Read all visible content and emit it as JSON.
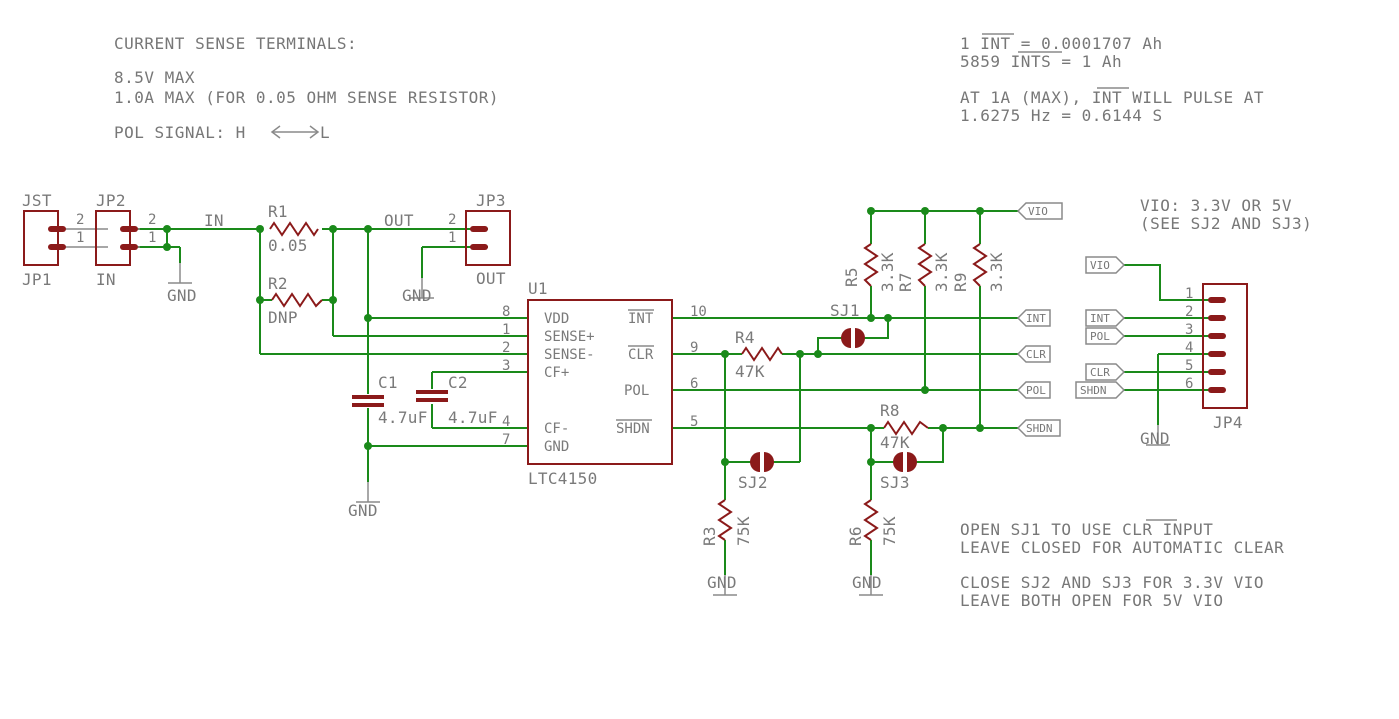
{
  "notes": {
    "sense_title": "CURRENT SENSE TERMINALS:",
    "sense_max_v": "8.5V MAX",
    "sense_max_a": "1.0A MAX (FOR 0.05 OHM SENSE RESISTOR)",
    "pol_signal_prefix": "POL SIGNAL:  H",
    "pol_signal_suffix": "L",
    "int_line1_prefix": "1 ",
    "int_line1_int": "INT",
    "int_line1_suffix": " = 0.0001707 Ah",
    "int_line2_prefix": "5859 ",
    "int_line2_ints": "INTS",
    "int_line2_suffix": " = 1 Ah",
    "pulse_line1_prefix": "AT 1A (MAX), ",
    "pulse_line1_int": "INT",
    "pulse_line1_suffix": " WILL PULSE AT",
    "pulse_line2": "1.6275 Hz = 0.6144 S",
    "vio_line1": "VIO: 3.3V OR 5V",
    "vio_line2": "(SEE SJ2 AND SJ3)",
    "sj1_line1_prefix": "OPEN SJ1 TO USE ",
    "sj1_line1_clr": "CLR",
    "sj1_line1_suffix": " INPUT",
    "sj1_line2": "LEAVE CLOSED FOR AUTOMATIC CLEAR",
    "sj23_line1": "CLOSE SJ2 AND SJ3 FOR 3.3V VIO",
    "sj23_line2": "LEAVE BOTH OPEN FOR 5V VIO"
  },
  "labels": {
    "jst": "JST",
    "jp1": "JP1",
    "jp2": "JP2",
    "jp2_in": "IN",
    "jp3": "JP3",
    "jp3_out": "OUT",
    "jp4": "JP4",
    "net_in": "IN",
    "net_out": "OUT",
    "r1": "R1",
    "r1_val": "0.05",
    "r2": "R2",
    "r2_val": "DNP",
    "u1": "U1",
    "u1_part": "LTC4150",
    "c1": "C1",
    "c1_val": "4.7uF",
    "c2": "C2",
    "c2_val": "4.7uF",
    "r3": "R3",
    "r3_val": "75K",
    "r4": "R4",
    "r4_val": "47K",
    "r5": "R5",
    "r5_val": "3.3K",
    "r6": "R6",
    "r6_val": "75K",
    "r7": "R7",
    "r7_val": "3.3K",
    "r8": "R8",
    "r8_val": "47K",
    "r9": "R9",
    "r9_val": "3.3K",
    "sj1": "SJ1",
    "sj2": "SJ2",
    "sj3": "SJ3",
    "gnd": "GND"
  },
  "pins": {
    "u1_left": [
      {
        "num": "8",
        "name": "VDD"
      },
      {
        "num": "1",
        "name": "SENSE+"
      },
      {
        "num": "2",
        "name": "SENSE-"
      },
      {
        "num": "3",
        "name": "CF+"
      },
      {
        "num": "4",
        "name": "CF-"
      },
      {
        "num": "7",
        "name": "GND"
      }
    ],
    "u1_right": [
      {
        "num": "10",
        "name": "INT"
      },
      {
        "num": "9",
        "name": "CLR"
      },
      {
        "num": "6",
        "name": "POL"
      },
      {
        "num": "5",
        "name": "SHDN"
      }
    ],
    "jp1": [
      "2",
      "1"
    ],
    "jp2": [
      "2",
      "1"
    ],
    "jp3": [
      "2",
      "1"
    ],
    "jp4": [
      "1",
      "2",
      "3",
      "4",
      "5",
      "6"
    ]
  },
  "net_tags": {
    "vio": "VIO",
    "int": "INT",
    "clr": "CLR",
    "pol": "POL",
    "shdn": "SHDN"
  },
  "colors": {
    "wire": "#1a8a1a",
    "component": "#8b1a1a",
    "text": "#777777"
  }
}
